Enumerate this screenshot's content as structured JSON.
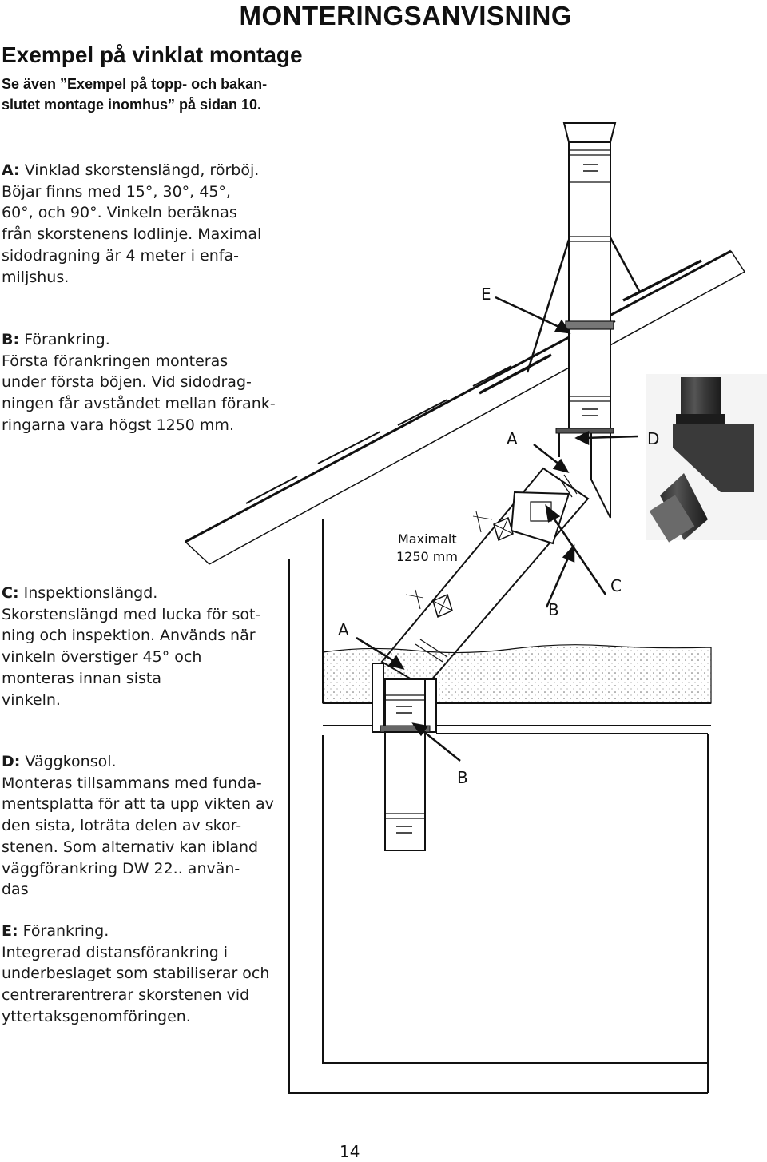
{
  "header": {
    "title": "MONTERINGSANVISNING",
    "example_title": "Exempel på vinklat montage",
    "see_also": "Se även ”Exempel på topp- och bakan-slutet montage inomhus” på sidan 10."
  },
  "legend": {
    "a": {
      "key": "A:",
      "lines": [
        "Vinklad skorstenslängd, rörböj.",
        "Böjar finns med 15°, 30°, 45°,",
        "60°, och 90°. Vinkeln beräknas",
        "från skorstenens lodlinje. Maximal",
        "sidodragning är 4 meter i enfa-",
        "miljshus."
      ]
    },
    "b": {
      "key": "B:",
      "lines": [
        "Förankring.",
        "Första förankringen monteras",
        "under första böjen. Vid sidodrag-",
        "ningen får avståndet mellan förank-",
        "ringarna vara högst 1250 mm."
      ]
    },
    "c": {
      "key": "C:",
      "lines": [
        "Inspektionslängd.",
        "Skorstenslängd med lucka för sot-",
        "ning och inspektion. Används när",
        "vinkeln överstiger 45° och",
        "monteras innan sista",
        "vinkeln."
      ]
    },
    "d": {
      "key": "D:",
      "lines": [
        "Väggkonsol.",
        "Monteras tillsammans med funda-",
        "mentsplatta för att ta upp vikten av",
        "den sista, loträta delen av skor-",
        "stenen. Som alternativ kan ibland",
        "väggförankring DW 22.. använ-",
        "das"
      ]
    },
    "e": {
      "key": "E:",
      "lines": [
        "Förankring.",
        "Integrerad distansförankring i",
        "underbeslaget som stabiliserar och",
        "centrerarentrerar skorstenen vid",
        "yttertaksgenomföringen."
      ]
    }
  },
  "diagram": {
    "label_e": "E",
    "label_a_upper": "A",
    "label_d": "D",
    "label_a_lower": "A",
    "label_b_upper": "B",
    "label_c": "C",
    "label_b_lower": "B",
    "max_distance_line1": "Maximalt",
    "max_distance_line2": "1250 mm"
  },
  "page_number": "14"
}
